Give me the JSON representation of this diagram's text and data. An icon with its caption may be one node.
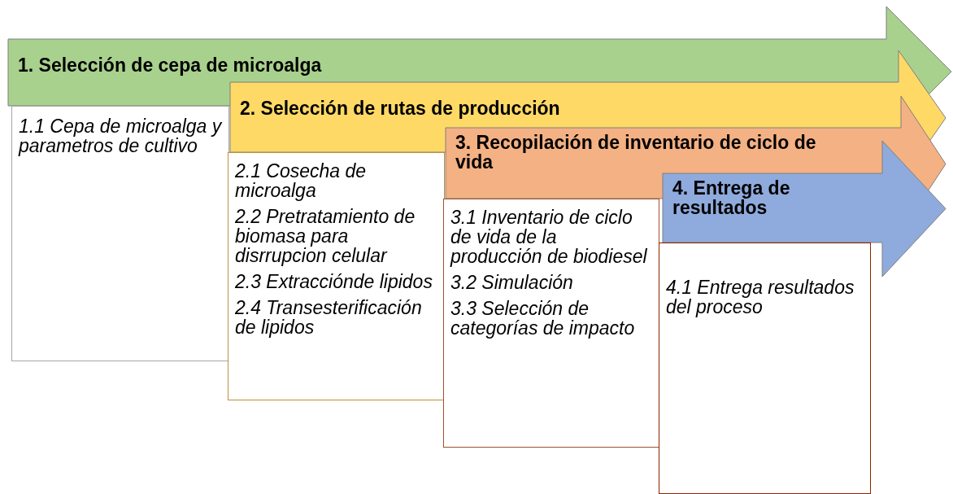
{
  "diagram": {
    "nodes": [
      {
        "text": [
          "1. Selección de cepa de microalga"
        ]
      },
      {
        "text": [
          "1.1 Cepa de microalga y parametros de cultivo"
        ]
      },
      {
        "text": [
          "2. Selección de rutas de producción"
        ]
      },
      {
        "text": [
          "2.1 Cosecha de microalga",
          "2.2 Pretratamiento de biomasa para disrrupcion celular",
          "2.3 Extracciónde lipidos",
          "2.4 Transesterificación de lipidos"
        ]
      },
      {
        "text": [
          "3. Recopilación de inventario de ciclo de vida"
        ]
      },
      {
        "text": [
          "3.1 Inventario de ciclo de vida de la producción de biodiesel",
          "3.2 Simulación",
          "3.3 Selección de categorías de impacto"
        ]
      },
      {
        "text": [
          "4. Entrega de resultados"
        ]
      },
      {
        "text": [
          "4.1 Entrega resultados del proceso"
        ]
      }
    ],
    "edges": []
  }
}
